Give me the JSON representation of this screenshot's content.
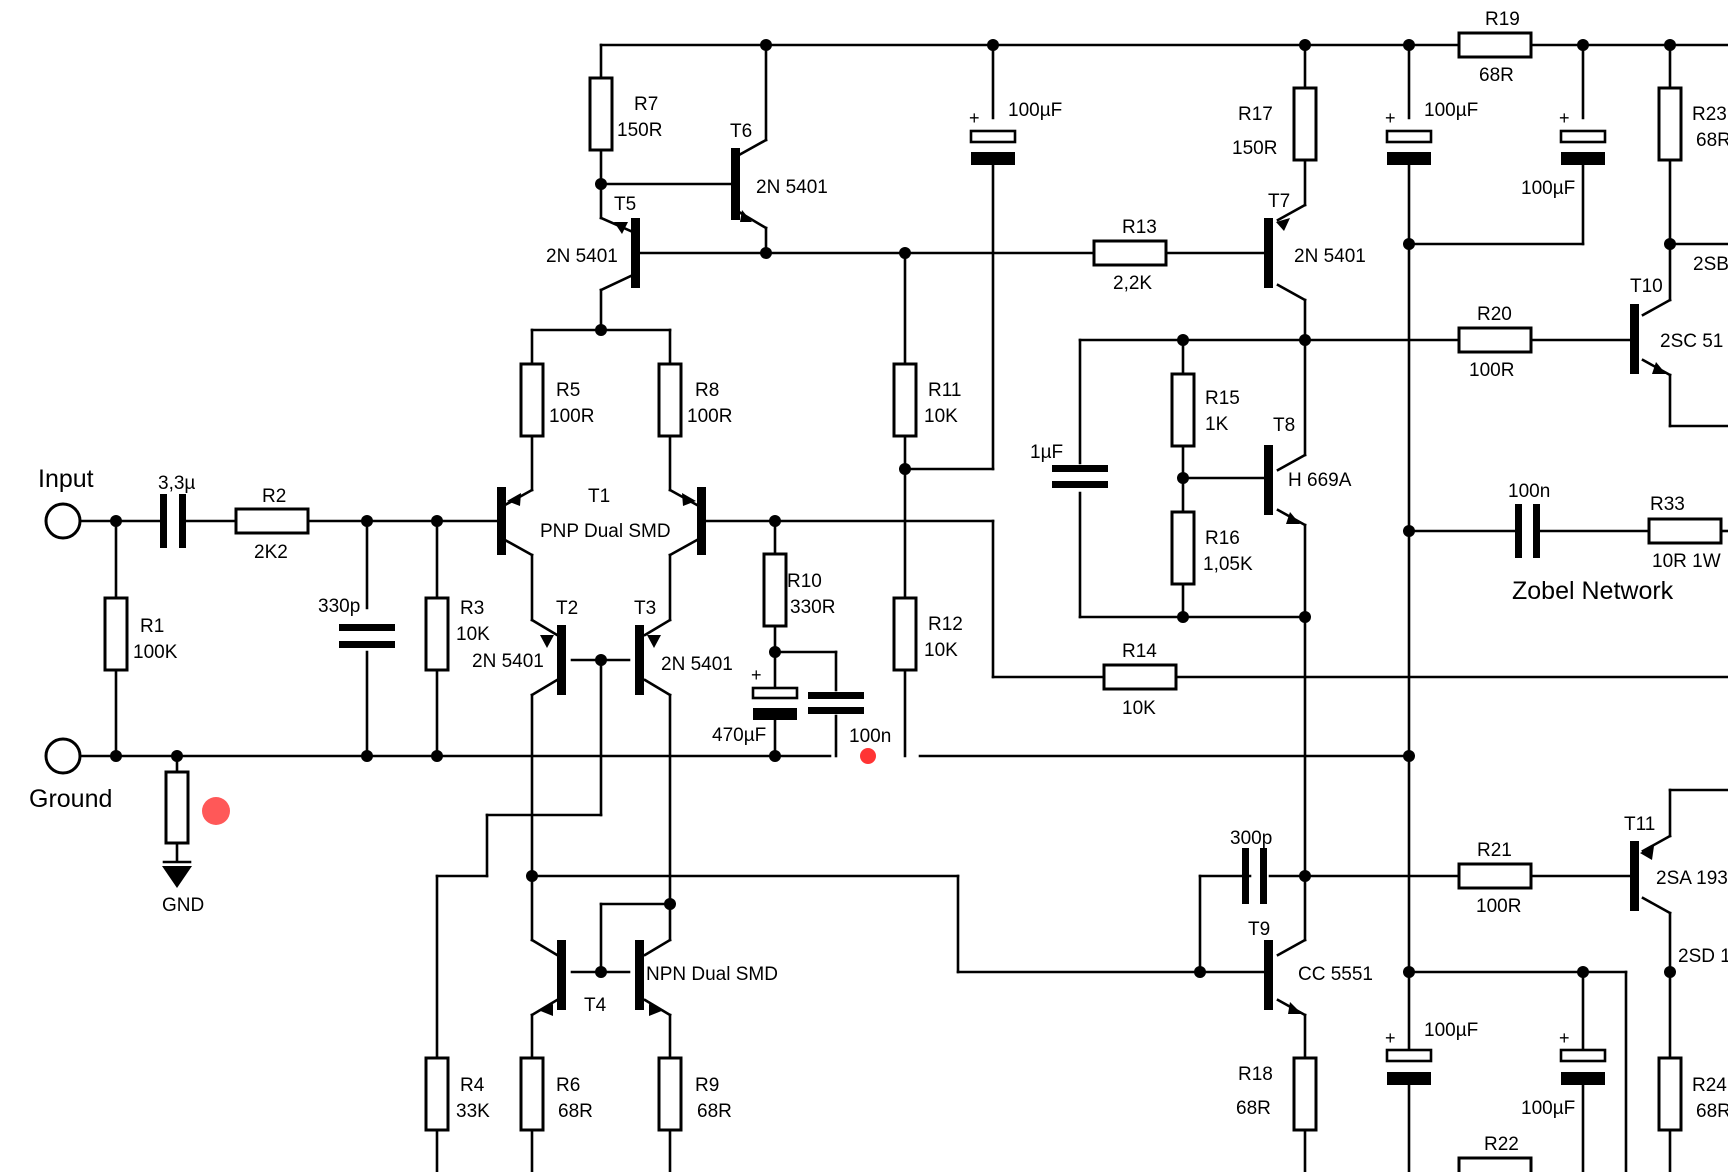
{
  "terminals": {
    "input": "Input",
    "ground": "Ground",
    "gnd": "GND"
  },
  "zobel": "Zobel Network",
  "resistors": [
    {
      "id": "R1",
      "ref": "R1",
      "value": "100K"
    },
    {
      "id": "R2",
      "ref": "R2",
      "value": "2K2"
    },
    {
      "id": "R3",
      "ref": "R3",
      "value": "10K"
    },
    {
      "id": "R4",
      "ref": "R4",
      "value": "33K"
    },
    {
      "id": "R5",
      "ref": "R5",
      "value": "100R"
    },
    {
      "id": "R6",
      "ref": "R6",
      "value": "68R"
    },
    {
      "id": "R7",
      "ref": "R7",
      "value": "150R"
    },
    {
      "id": "R8",
      "ref": "R8",
      "value": "100R"
    },
    {
      "id": "R9",
      "ref": "R9",
      "value": "68R"
    },
    {
      "id": "R10",
      "ref": "R10",
      "value": "330R"
    },
    {
      "id": "R11",
      "ref": "R11",
      "value": "10K"
    },
    {
      "id": "R12",
      "ref": "R12",
      "value": "10K"
    },
    {
      "id": "R13",
      "ref": "R13",
      "value": "2,2K"
    },
    {
      "id": "R14",
      "ref": "R14",
      "value": "10K"
    },
    {
      "id": "R15",
      "ref": "R15",
      "value": "1K"
    },
    {
      "id": "R16",
      "ref": "R16",
      "value": "1,05K"
    },
    {
      "id": "R17",
      "ref": "R17",
      "value": "150R"
    },
    {
      "id": "R18",
      "ref": "R18",
      "value": "68R"
    },
    {
      "id": "R19",
      "ref": "R19",
      "value": "68R"
    },
    {
      "id": "R20",
      "ref": "R20",
      "value": "100R"
    },
    {
      "id": "R21",
      "ref": "R21",
      "value": "100R"
    },
    {
      "id": "R22",
      "ref": "R22",
      "value": ""
    },
    {
      "id": "R23",
      "ref": "R23",
      "value": "68R"
    },
    {
      "id": "R24",
      "ref": "R24",
      "value": "68R"
    },
    {
      "id": "R33",
      "ref": "R33",
      "value": "10R 1W"
    }
  ],
  "capacitors": {
    "c_in": "3,3µ",
    "c_330p": "330p",
    "c_470u": "470µF",
    "c_100n_fb": "100n",
    "c_1u": "1µF",
    "c_300p": "300p",
    "c_zobel": "100n",
    "c_top1": "100µF",
    "c_top2": "100µF",
    "c_top3": "100µF",
    "c_bot1": "100µF",
    "c_bot2": "100µF",
    "plus": "+"
  },
  "transistors": {
    "T1": {
      "ref": "T1",
      "type": "PNP Dual SMD"
    },
    "T2": {
      "ref": "T2",
      "type": "2N 5401"
    },
    "T3": {
      "ref": "T3",
      "type": "2N 5401"
    },
    "T4": {
      "ref": "T4",
      "type": "NPN Dual SMD"
    },
    "T5": {
      "ref": "T5",
      "type": "2N 5401"
    },
    "T6": {
      "ref": "T6",
      "type": "2N 5401"
    },
    "T7": {
      "ref": "T7",
      "type": "2N 5401"
    },
    "T8": {
      "ref": "T8",
      "type": "H 669A"
    },
    "T9": {
      "ref": "T9",
      "type": "CC 5551"
    },
    "T10": {
      "ref": "T10",
      "type": "2SC 51"
    },
    "T11": {
      "ref": "T11",
      "type": "2SA 193"
    },
    "T_2SB": {
      "type": "2SB"
    },
    "T_2SD": {
      "type": "2SD 1"
    }
  }
}
